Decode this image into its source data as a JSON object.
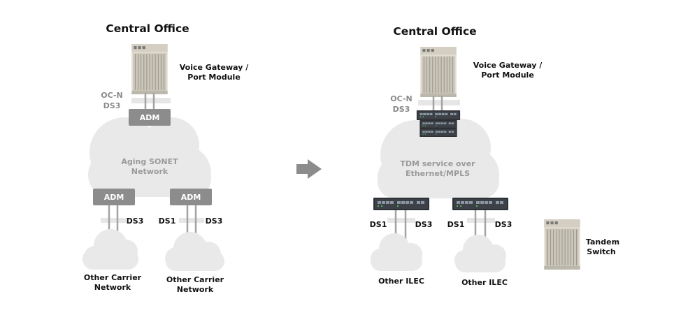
{
  "left": {
    "title": "Central Office",
    "gateway": [
      "Voice Gateway /",
      "Port Module"
    ],
    "link_labels": [
      "OC-N",
      "DS3"
    ],
    "adm_top": "ADM",
    "cloud": [
      "Aging SONET",
      "Network"
    ],
    "adm_left": "ADM",
    "adm_right": "ADM",
    "ds3_left": "DS3",
    "ds1_right": "DS1",
    "ds3_right": "DS3",
    "carrier_left": [
      "Other Carrier",
      "Network"
    ],
    "carrier_right": [
      "Other Carrier",
      "Network"
    ]
  },
  "right": {
    "title": "Central Office",
    "gateway": [
      "Voice Gateway /",
      "Port Module"
    ],
    "link_labels": [
      "OC-N",
      "DS3"
    ],
    "cloud": [
      "TDM service over",
      "Ethernet/MPLS"
    ],
    "ds1_left": "DS1",
    "ds3_left": "DS3",
    "ds1_right": "DS1",
    "ds3_right": "DS3",
    "ilec_left": "Other ILEC",
    "ilec_right": "Other ILEC",
    "tandem": [
      "Tandem",
      "Switch"
    ]
  },
  "colors": {
    "cloud": "#e9e9e9",
    "adm_box": "#8c8c8c",
    "arrow": "#8c8c8c",
    "link": "#a3a3a3"
  },
  "icons": [
    "telecom-chassis-icon",
    "network-switch-icon",
    "right-arrow-icon"
  ]
}
